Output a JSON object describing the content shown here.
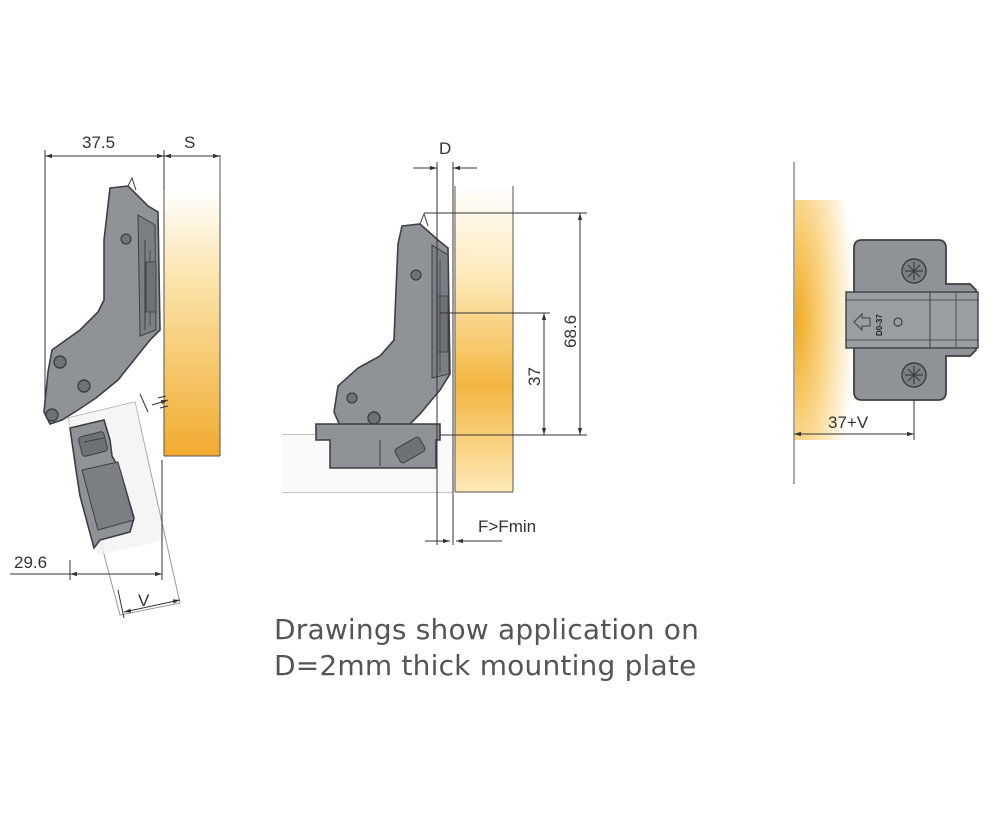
{
  "dimensions": {
    "overlay_width": "37.5",
    "panel_thickness": "S",
    "plate_thickness": "D",
    "height_total": "68.6",
    "height_screw": "37",
    "gap": "F>Fmin",
    "side_offset": "29.6",
    "swing": "V",
    "plate_offset": "37+V"
  },
  "plate_label": "D0-37",
  "caption": {
    "line1": "Drawings show application on",
    "line2": "D=2mm thick mounting plate"
  },
  "colors": {
    "hinge_fill": "#8f9297",
    "hinge_stroke": "#3c3f44",
    "wood_light": "#fff6e0",
    "wood_dark": "#f2b23a",
    "dimension_line": "#333333"
  }
}
